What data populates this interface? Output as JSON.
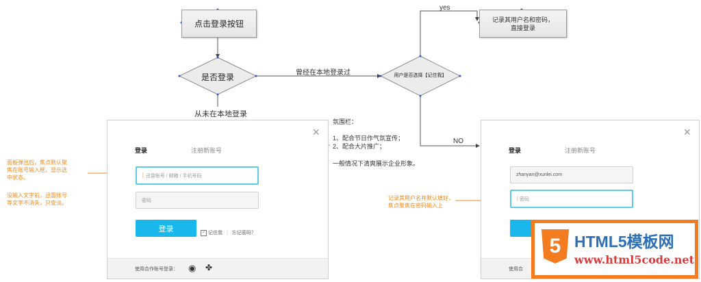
{
  "flow": {
    "start": "点击登录按钮",
    "decision_login": "是否登录",
    "decision_remember": "用户是否选择【记住我】",
    "result_remember": [
      "记录其用户名和密码，",
      "直接登录"
    ],
    "edge_logged_before": "曾经在本地登录过",
    "edge_never_logged": "从未在本地登录",
    "edge_yes": "yes",
    "edge_no": "NO"
  },
  "login_left": {
    "tab_login": "登录",
    "tab_register": "注册新账号",
    "close": "×",
    "account_placeholder": "迅雷账号 / 邮箱 / 手机号码",
    "password_placeholder": "密码",
    "login_button": "登录",
    "remember_me": "记住我",
    "forgot_password": "忘记密码？",
    "partner_login": "使用合作账号登录："
  },
  "login_right": {
    "tab_login": "登录",
    "tab_register": "注册新账号",
    "close": "×",
    "account_value": "zhanyan@xunlei.com",
    "password_placeholder": "密码",
    "partner_login": "使用合"
  },
  "annotations": {
    "focus_note": [
      "面板弹出后，焦点默认聚",
      "焦在账号输入框，显示选",
      "中状态。"
    ],
    "placeholder_note": [
      "没输入文字前，迅雷账号",
      "等文字不消失，只变淡。"
    ],
    "remember_note": [
      "记录其用户名并默认填好，",
      "焦点聚焦在密码输入上"
    ]
  },
  "banner_note": {
    "title": "氛围栏：",
    "items": [
      "1、配合节日作气氛宣传；",
      "2、配合大片推广；"
    ],
    "footer": "一般情况下清爽展示企业形象。"
  },
  "watermark": {
    "shield": "5",
    "title": "HTML5模板网",
    "url": "www.html5code.net"
  },
  "colors": {
    "accent_blue": "#19b7ec",
    "annotation_orange": "#f0891a",
    "watermark_orange": "#f47c20"
  }
}
